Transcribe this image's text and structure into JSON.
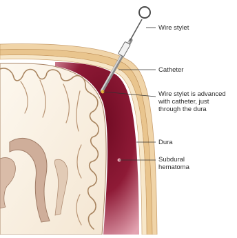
{
  "labels": {
    "wire_stylet": "Wire stylet",
    "catheter": "Catheter",
    "advanced_line1": "Wire stylet is advanced",
    "advanced_line2": "with catheter, just",
    "advanced_line3": "through the dura",
    "dura": "Dura",
    "hematoma_line1": "Subdural",
    "hematoma_line2": "hematoma"
  },
  "colors": {
    "scalp": "#f3dcb8",
    "skull": "#e8c89a",
    "dura": "#f6e6c8",
    "hematoma_dark": "#7a0d26",
    "hematoma_light": "#d98a9c",
    "brain": "#fbf3e6",
    "brain_outline": "#b08a6a",
    "ventricle": "#c9a896",
    "instrument": "#6b6b6b"
  }
}
